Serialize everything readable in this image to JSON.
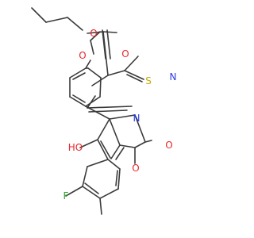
{
  "colors": {
    "bond": "#3a3a3a",
    "oxygen": "#e8262b",
    "nitrogen": "#2b3ce0",
    "sulfur": "#c8a800",
    "fluorine": "#2fa82f",
    "carbon": "#3a3a3a"
  },
  "atoms": {
    "o_ester_carbonyl": "O",
    "o_ester_ether": "O",
    "o_methoxy": "O",
    "s_thiazole": "S",
    "n_thiazole": "N",
    "n_pyrrolidine": "N",
    "o_lactam": "O",
    "o_ketone": "O",
    "o_hydroxy": "HO",
    "f_aryl": "F"
  }
}
